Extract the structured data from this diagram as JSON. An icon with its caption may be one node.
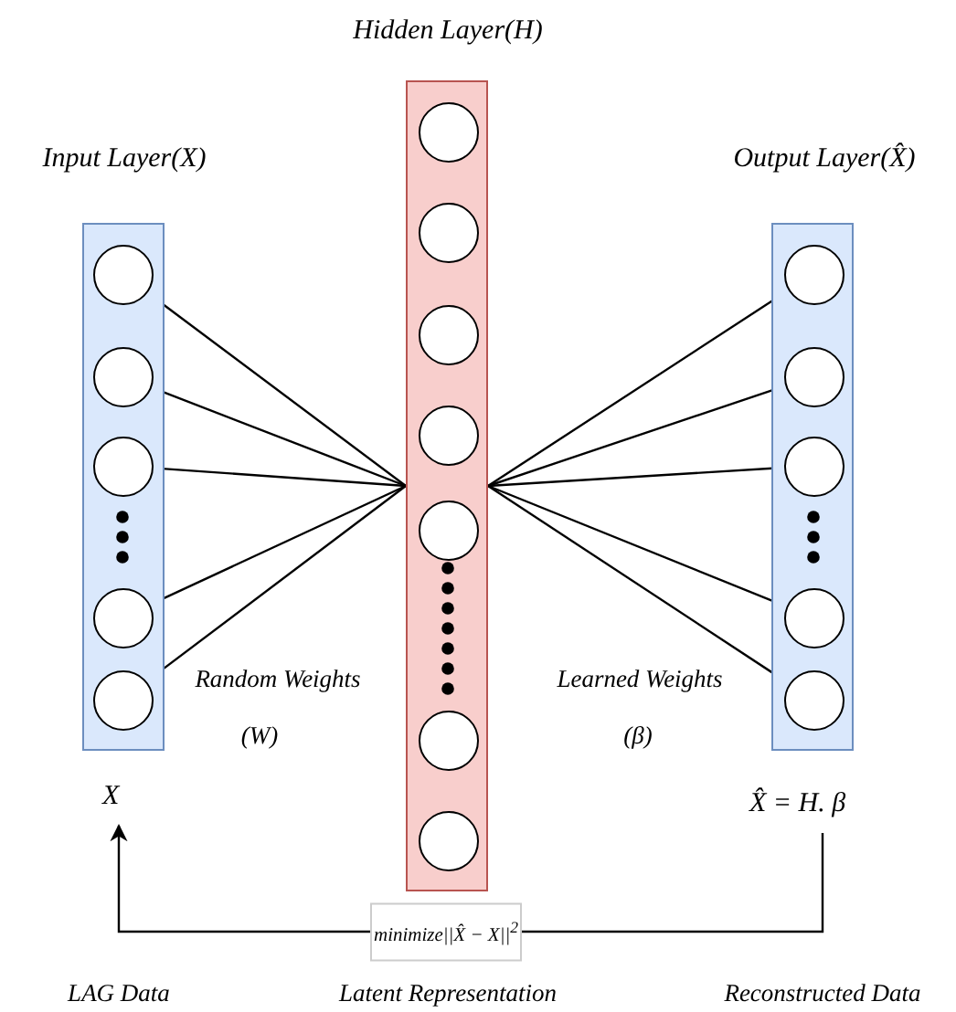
{
  "diagram": {
    "nodes": [
      {
        "text": [
          "Input Layer(X)"
        ]
      },
      {
        "text": [
          "Hidden Layer(H)"
        ]
      },
      {
        "text": [
          "Output Layer(X̂)"
        ]
      },
      {
        "text": [],
        "shape": "circle",
        "in": 0
      },
      {
        "text": [],
        "shape": "circle",
        "in": 0
      },
      {
        "text": [],
        "shape": "circle",
        "in": 0
      },
      {
        "text": [],
        "shape": "circle",
        "in": 0
      },
      {
        "text": [],
        "shape": "circle",
        "in": 0
      },
      {
        "text": [],
        "shape": "circle",
        "in": 1
      },
      {
        "text": [],
        "shape": "circle",
        "in": 1
      },
      {
        "text": [],
        "shape": "circle",
        "in": 1
      },
      {
        "text": [],
        "shape": "circle",
        "in": 1
      },
      {
        "text": [],
        "shape": "circle",
        "in": 1
      },
      {
        "text": [],
        "shape": "circle",
        "in": 1
      },
      {
        "text": [],
        "shape": "circle",
        "in": 1
      },
      {
        "text": [],
        "shape": "circle",
        "in": 2
      },
      {
        "text": [],
        "shape": "circle",
        "in": 2
      },
      {
        "text": [],
        "shape": "circle",
        "in": 2
      },
      {
        "text": [],
        "shape": "circle",
        "in": 2
      },
      {
        "text": [],
        "shape": "circle",
        "in": 2
      },
      {
        "text": [
          "X"
        ]
      },
      {
        "text": [
          "X̂ = H. β"
        ]
      }
    ],
    "edges": [
      {
        "from": 3,
        "to": 1,
        "arrow": "none"
      },
      {
        "from": 4,
        "to": 1,
        "arrow": "none"
      },
      {
        "from": 5,
        "to": 1,
        "arrow": "none"
      },
      {
        "from": 6,
        "to": 1,
        "arrow": "none"
      },
      {
        "from": 7,
        "to": 1,
        "arrow": "none"
      },
      {
        "from": 1,
        "to": 15,
        "arrow": "none"
      },
      {
        "from": 1,
        "to": 16,
        "arrow": "none"
      },
      {
        "from": 1,
        "to": 17,
        "arrow": "none"
      },
      {
        "from": 1,
        "to": 18,
        "arrow": "none"
      },
      {
        "from": 1,
        "to": 19,
        "arrow": "none"
      },
      {
        "from": 21,
        "to": 20,
        "arrow": "to",
        "label": "minimize||X̂ − X||$^{2}$"
      }
    ],
    "labels": [
      "Random Weights",
      "(W)",
      "Learned Weights",
      "(β)",
      "LAG Data",
      "Latent Representation",
      "Reconstructed Data"
    ]
  }
}
